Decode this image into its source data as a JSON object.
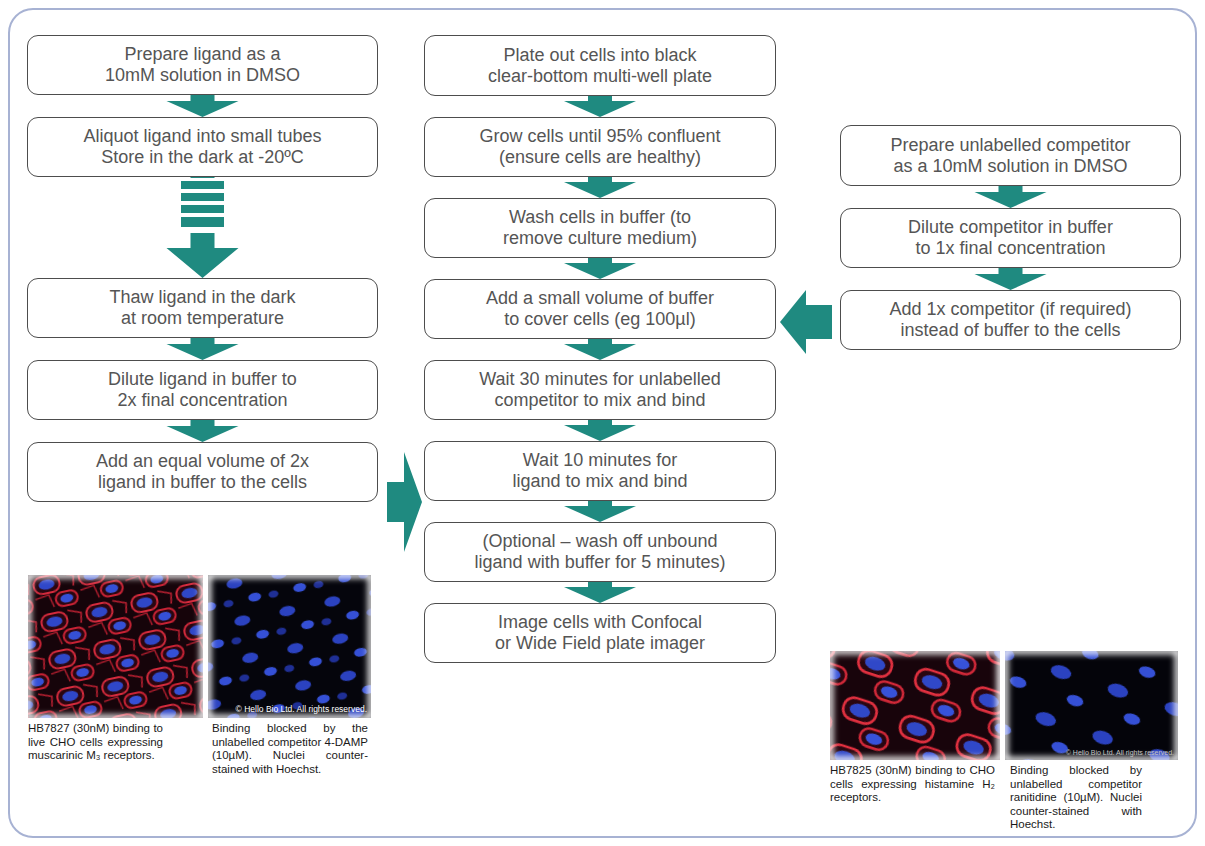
{
  "diagram": {
    "nodes": [
      {
        "text": [
          "Prepare ligand as a 10mM solution in DMSO"
        ]
      },
      {
        "text": [
          "Aliquot ligand into small tubes Store in the dark at -20ºC"
        ]
      },
      {
        "text": [
          "Thaw ligand in the dark at room temperature"
        ]
      },
      {
        "text": [
          "Dilute ligand in buffer to 2x final concentration"
        ]
      },
      {
        "text": [
          "Add an equal volume of 2x ligand in buffer to the cells"
        ]
      },
      {
        "text": [
          "Plate out cells into black clear-bottom multi-well plate"
        ]
      },
      {
        "text": [
          "Grow cells until 95% confluent (ensure cells are healthy)"
        ]
      },
      {
        "text": [
          "Wash cells in buffer (to remove culture medium)"
        ]
      },
      {
        "text": [
          "Add a small volume of buffer to cover cells (eg 100µl)"
        ]
      },
      {
        "text": [
          "Wait 30 minutes for unlabelled competitor to mix and bind"
        ]
      },
      {
        "text": [
          "Wait 10 minutes for ligand to mix and bind"
        ]
      },
      {
        "text": [
          "(Optional – wash off unbound ligand with buffer for 5 minutes)"
        ]
      },
      {
        "text": [
          "Image cells with Confocal or Wide Field plate imager"
        ]
      },
      {
        "text": [
          "Prepare unlabelled competitor as a 10mM solution in DMSO"
        ]
      },
      {
        "text": [
          "Dilute competitor in buffer to 1x final concentration"
        ]
      },
      {
        "text": [
          "Add 1x competitor (if required) instead of buffer to the cells"
        ]
      }
    ],
    "edges": [
      {
        "from": 0,
        "to": 1,
        "arrow": "to"
      },
      {
        "from": 1,
        "to": 2,
        "arrow": "to"
      },
      {
        "from": 2,
        "to": 3,
        "arrow": "to"
      },
      {
        "from": 3,
        "to": 4,
        "arrow": "to"
      },
      {
        "from": 4,
        "to": 10,
        "arrow": "to"
      },
      {
        "from": 5,
        "to": 6,
        "arrow": "to"
      },
      {
        "from": 6,
        "to": 7,
        "arrow": "to"
      },
      {
        "from": 7,
        "to": 8,
        "arrow": "to"
      },
      {
        "from": 8,
        "to": 9,
        "arrow": "to"
      },
      {
        "from": 9,
        "to": 10,
        "arrow": "to"
      },
      {
        "from": 10,
        "to": 11,
        "arrow": "to"
      },
      {
        "from": 11,
        "to": 12,
        "arrow": "to"
      },
      {
        "from": 13,
        "to": 14,
        "arrow": "to"
      },
      {
        "from": 14,
        "to": 15,
        "arrow": "to"
      },
      {
        "from": 15,
        "to": 8,
        "arrow": "to"
      }
    ],
    "labels": [
      "HB7827 (30nM) binding to live CHO cells expressing muscarinic M₃ receptors.",
      "Binding blocked by the unlabelled competitor 4-DAMP (10µM). Nuclei counter-stained with Hoechst.",
      "© Hello Bio Ltd. All rights reserved.",
      "HB7825 (30nM) binding to CHO cells expressing histamine H₂ receptors.",
      "Binding blocked by unlabelled competitor ranitidine (10µM). Nuclei counter-stained with Hoechst.",
      "© Hello Bio Ltd. All rights reserved."
    ]
  }
}
